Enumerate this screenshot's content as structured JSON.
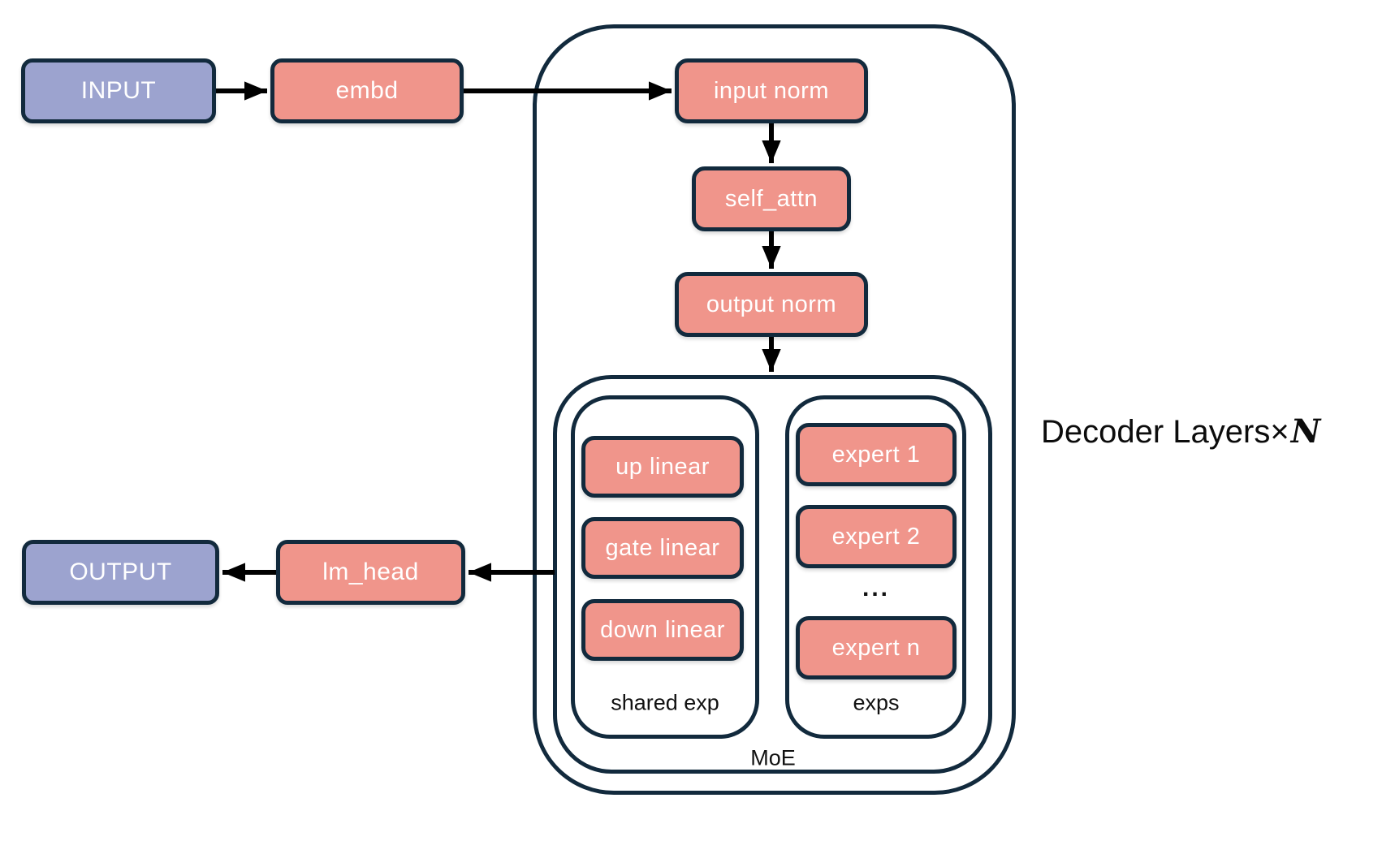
{
  "flow": {
    "input": "INPUT",
    "embd": "embd",
    "lm_head": "lm_head",
    "output": "OUTPUT"
  },
  "decoder": {
    "label_prefix": "Decoder Layers",
    "label_times": "×",
    "label_n": "N",
    "input_norm": "input norm",
    "self_attn": "self_attn",
    "output_norm": "output norm",
    "moe": {
      "label": "MoE",
      "shared": {
        "label": "shared exp",
        "items": [
          "up linear",
          "gate linear",
          "down linear"
        ]
      },
      "experts": {
        "label": "exps",
        "items": [
          "expert 1",
          "expert 2",
          "expert n"
        ],
        "ellipsis": "..."
      }
    }
  },
  "colors": {
    "purple": "#9CA3CF",
    "salmon": "#F0958B",
    "navy": "#122A3D",
    "ink": "#000000",
    "caption": "#111111"
  }
}
